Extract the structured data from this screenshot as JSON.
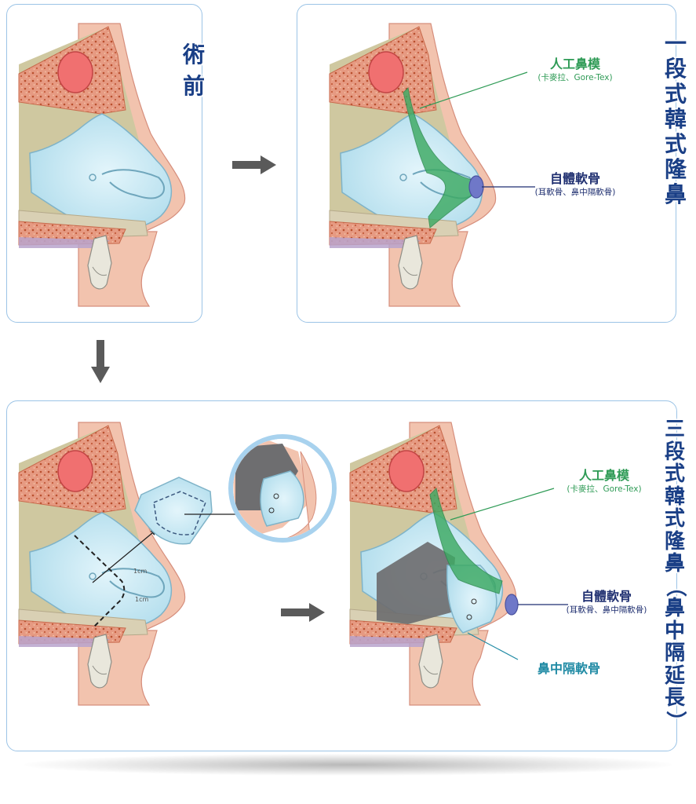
{
  "before_label": "術前",
  "one_stage_title": "一段式韓式隆鼻",
  "three_stage_title": "三段式韓式隆鼻（鼻中隔延長）",
  "annotations": {
    "implant_title": "人工鼻模",
    "implant_sub": "(卡麥拉、Gore-Tex)",
    "autologous_title": "自體軟骨",
    "autologous_sub": "(耳軟骨、鼻中隔軟骨)",
    "septal_title": "鼻中隔軟骨"
  },
  "measure_labels": [
    "1cm",
    "1cm"
  ],
  "colors": {
    "panel_border": "#9cc4e6",
    "title_navy": "#1a3f86",
    "implant_green": "#3daa63",
    "cartilage_blue": "#b9e2ef",
    "autologous_purple": "#6f78c8",
    "arrow_gray": "#5a5a5a"
  }
}
